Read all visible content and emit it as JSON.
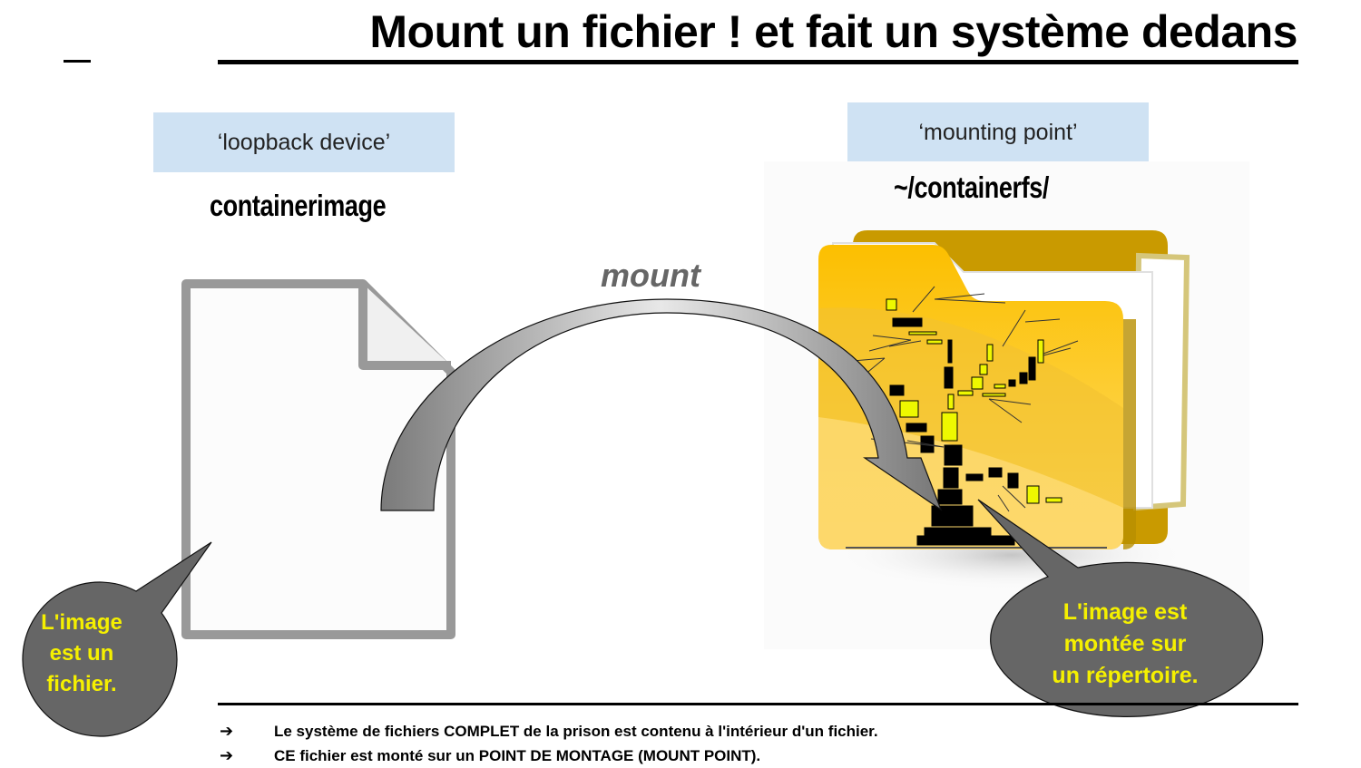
{
  "title": "Mount un fichier ! et fait un système dedans",
  "labels": {
    "loopback": "‘loopback device’",
    "mounting_point": "‘mounting point’"
  },
  "names": {
    "image_file": "containerimage",
    "mount_dir": "~/containerfs/"
  },
  "arrow_label": "mount",
  "bubbles": {
    "left": [
      "L'image",
      "est un",
      "fichier."
    ],
    "right": [
      "L'image est",
      "montée sur",
      "un répertoire."
    ]
  },
  "bullets": [
    "Le système de fichiers COMPLET de la prison est contenu à l'intérieur d'un fichier.",
    "CE fichier est monté sur un POINT DE MONTAGE (MOUNT POINT)."
  ],
  "bullet_symbol": "➔",
  "icons": [
    "file-icon",
    "folder-icon",
    "curved-arrow-icon",
    "tree-chart-icon"
  ],
  "colors": {
    "label_box": "#cfe2f3",
    "bubble_fill": "#666666",
    "bubble_text": "#f5f000",
    "folder": "#fcc100",
    "file_outline": "#999999"
  }
}
